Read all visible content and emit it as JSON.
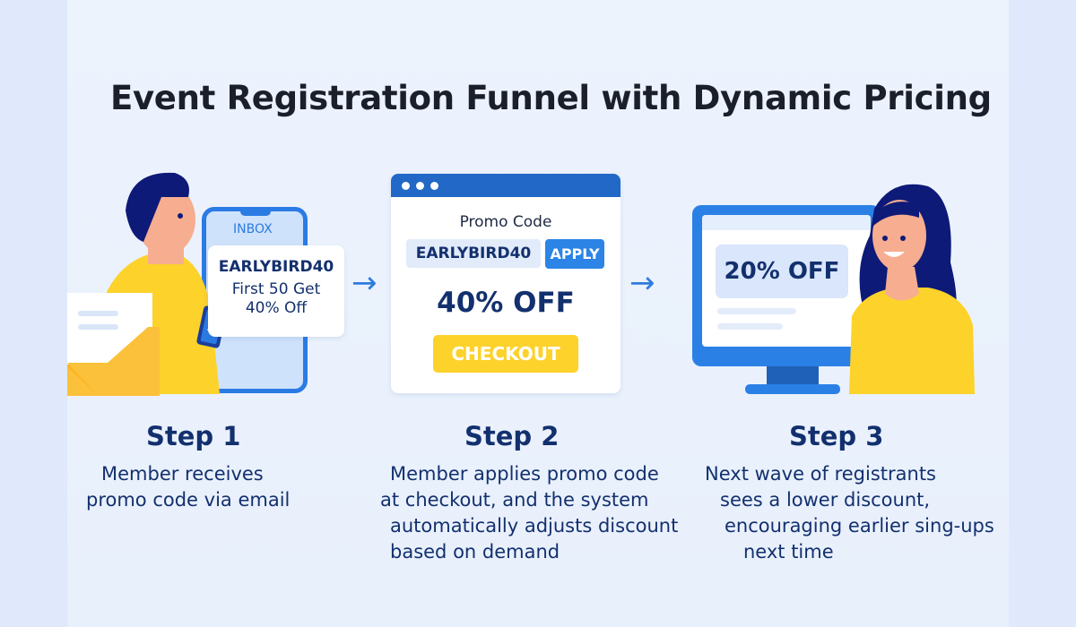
{
  "title": "Event Registration Funnel with Dynamic Pricing",
  "step1": {
    "heading": "Step 1",
    "lines": [
      "Member receives",
      "promo code via email"
    ],
    "inbox": "INBOX",
    "code": "EARLYBIRD40",
    "offer_lines": [
      "First 50 Get",
      "40% Off"
    ]
  },
  "step2": {
    "heading": "Step 2",
    "lines": [
      "Member applies promo code",
      "at checkout, and the system",
      "automatically adjusts discount",
      "based on demand"
    ],
    "promo_label": "Promo Code",
    "code": "EARLYBIRD40",
    "apply": "APPLY",
    "discount": "40% OFF",
    "checkout": "CHECKOUT"
  },
  "step3": {
    "heading": "Step 3",
    "lines": [
      "Next wave of registrants",
      "sees a lower discount,",
      "encouraging earlier sing-ups",
      "next time"
    ],
    "discount": "20% OFF"
  },
  "colors": {
    "navy": "#13306e",
    "blue": "#2b7be4",
    "yellow": "#fdd22a"
  }
}
